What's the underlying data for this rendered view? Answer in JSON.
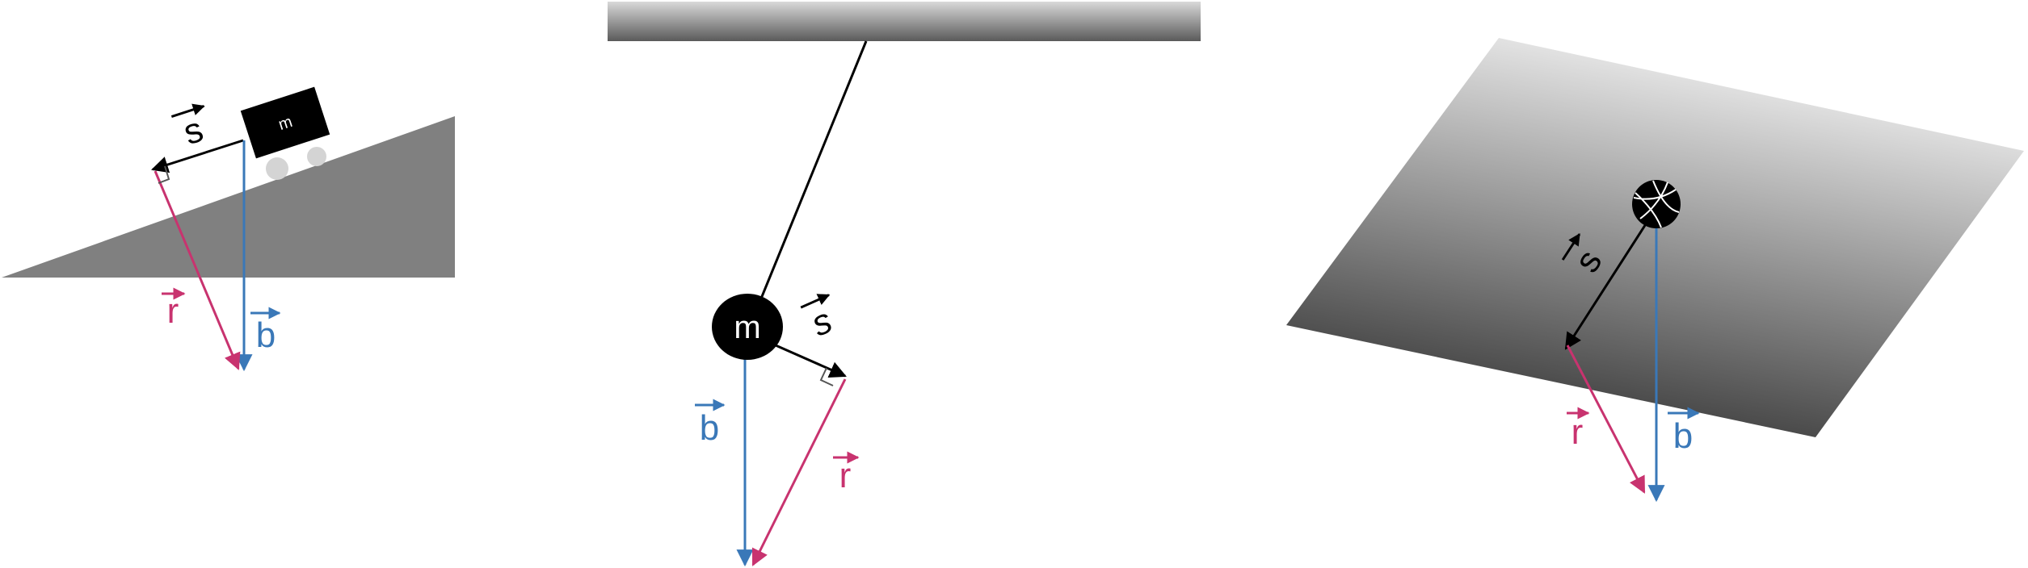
{
  "colors": {
    "background": "#ffffff",
    "incline": "#808080",
    "block": "#000000",
    "wheel": "#d4d4d4",
    "ceiling_top": "#d9d9d9",
    "ceiling_bottom": "#5a5a5a",
    "plane_light": "#f2f2f2",
    "plane_dark": "#3f3f3f",
    "vector_s": "#000000",
    "vector_r": "#c8336f",
    "vector_b": "#3a78b8",
    "right_angle": "#555555",
    "string": "#000000"
  },
  "panels": {
    "incline": {
      "mass_label": "m",
      "s_label": "s",
      "r_label": "r",
      "b_label": "b"
    },
    "pendulum": {
      "mass_label": "m",
      "s_label": "s",
      "r_label": "r",
      "b_label": "b"
    },
    "plane": {
      "ball_icon": "volleyball-icon",
      "s_label": "s",
      "r_label": "r",
      "b_label": "b"
    }
  }
}
